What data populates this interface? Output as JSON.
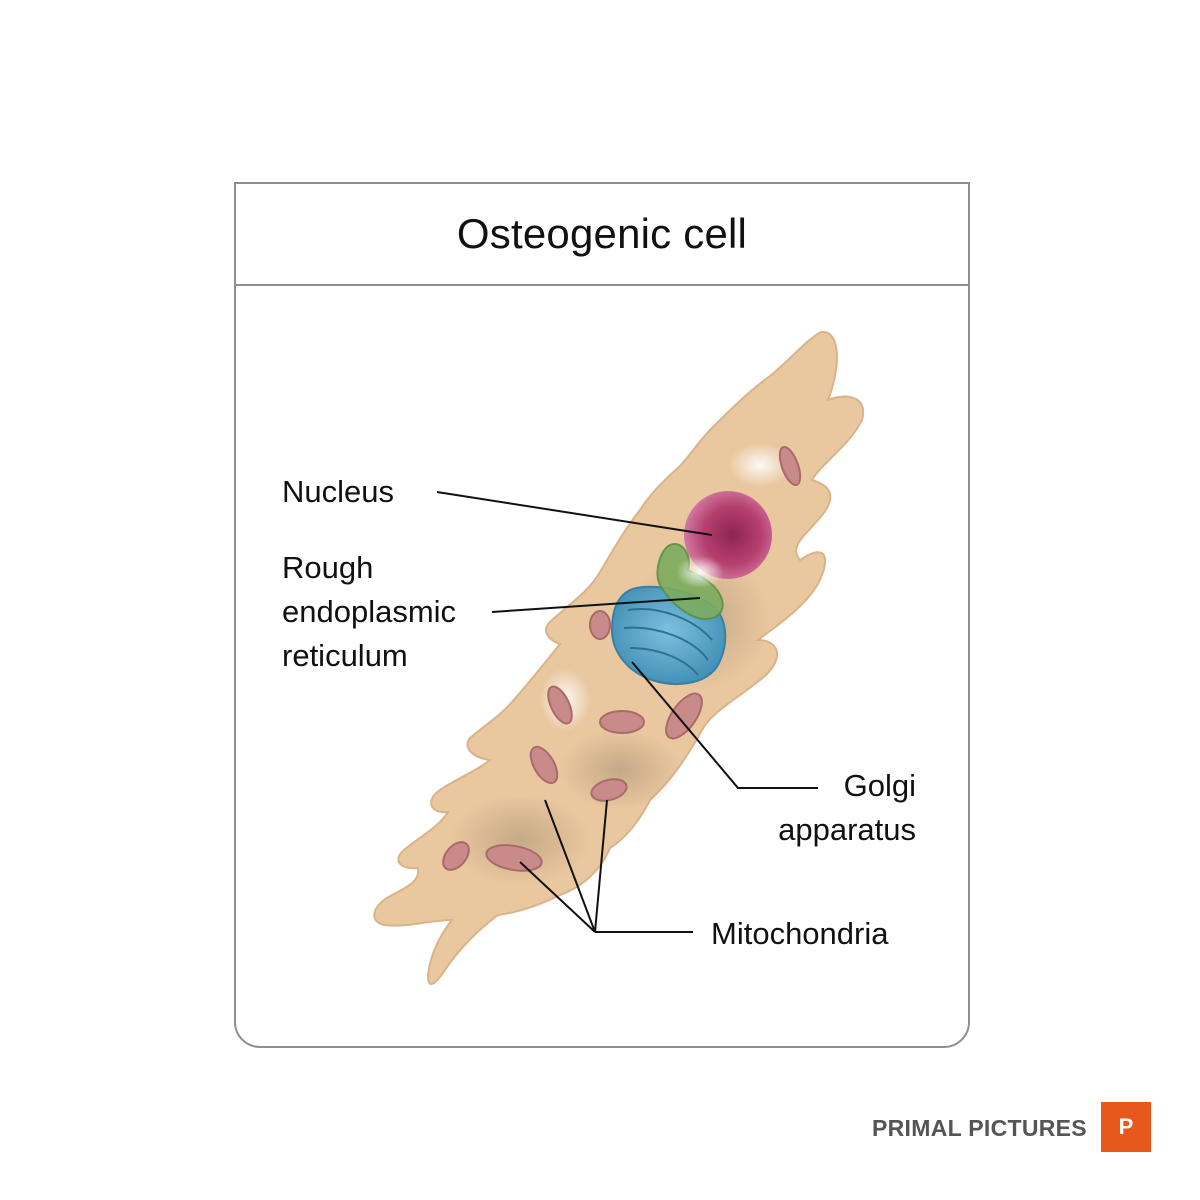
{
  "title": "Osteogenic cell",
  "labels": {
    "nucleus": "Nucleus",
    "rer": [
      "Rough",
      "endoplasmic",
      "reticulum"
    ],
    "golgi": [
      "Golgi",
      "apparatus"
    ],
    "mitochondria": "Mitochondria"
  },
  "brand": {
    "name": "PRIMAL PICTURES",
    "logo_text": "P"
  },
  "colors": {
    "cell": "#e9c79f",
    "nucleus": "#b5406f",
    "golgi": "#5ea7c9",
    "rer": "#7cad5f",
    "mitochondria": "#c98a8a",
    "brand": "#e8581c"
  }
}
